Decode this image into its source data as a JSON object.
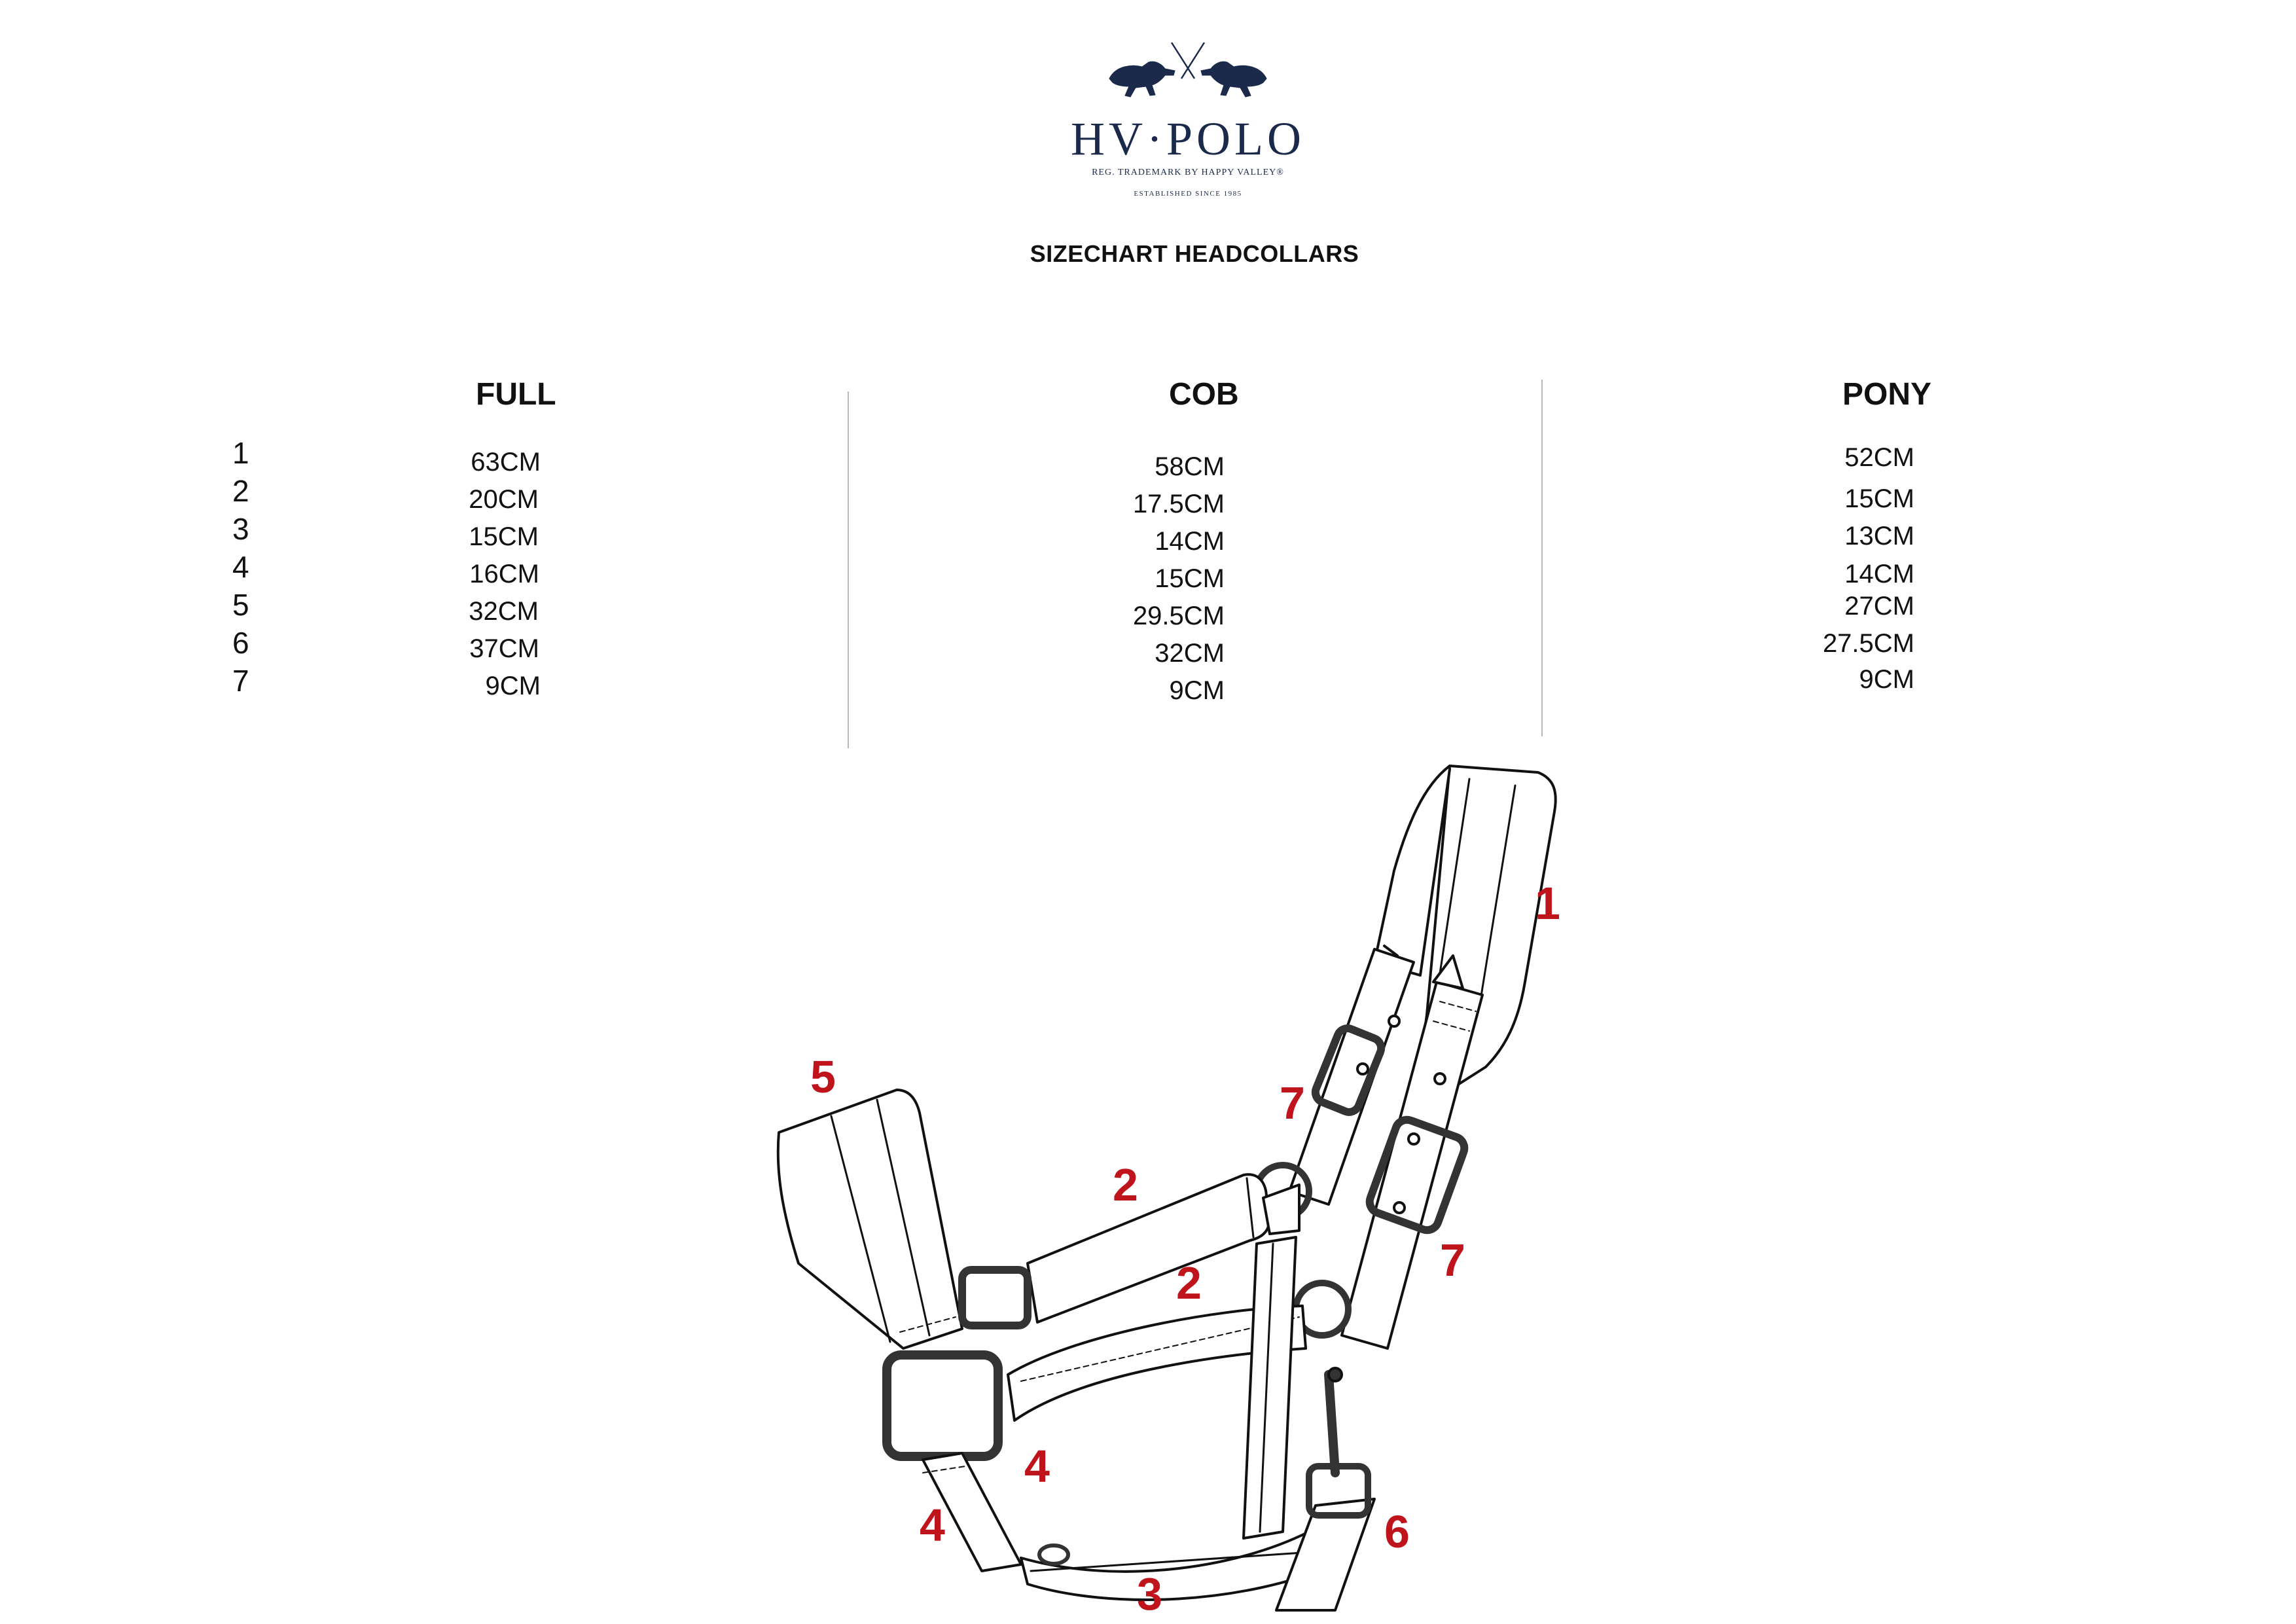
{
  "header": {
    "brand": "HV·POLO",
    "registration": "REG. TRADEMARK BY HAPPY VALLEY®",
    "established": "ESTABLISHED SINCE 1985",
    "title": "SIZECHART HEADCOLLARS"
  },
  "table": {
    "indices": [
      "1",
      "2",
      "3",
      "4",
      "5",
      "6",
      "7"
    ],
    "columns": [
      {
        "name": "FULL",
        "values": [
          "63CM",
          "20CM",
          "15CM",
          "16CM",
          "32CM",
          "37CM",
          "9CM"
        ]
      },
      {
        "name": "COB",
        "values": [
          "58CM",
          "17.5CM",
          "14CM",
          "15CM",
          "29.5CM",
          "32CM",
          "9CM"
        ]
      },
      {
        "name": "PONY",
        "values": [
          "52CM",
          "15CM",
          "13CM",
          "14CM",
          "27CM",
          "27.5CM",
          "9CM"
        ]
      }
    ]
  },
  "diagram": {
    "labels": [
      "1",
      "2",
      "2",
      "3",
      "4",
      "4",
      "5",
      "6",
      "7",
      "7"
    ],
    "label_color": "#c0141c"
  },
  "colors": {
    "brand_navy": "#1b2a4a",
    "divider": "#b8b8b8"
  }
}
